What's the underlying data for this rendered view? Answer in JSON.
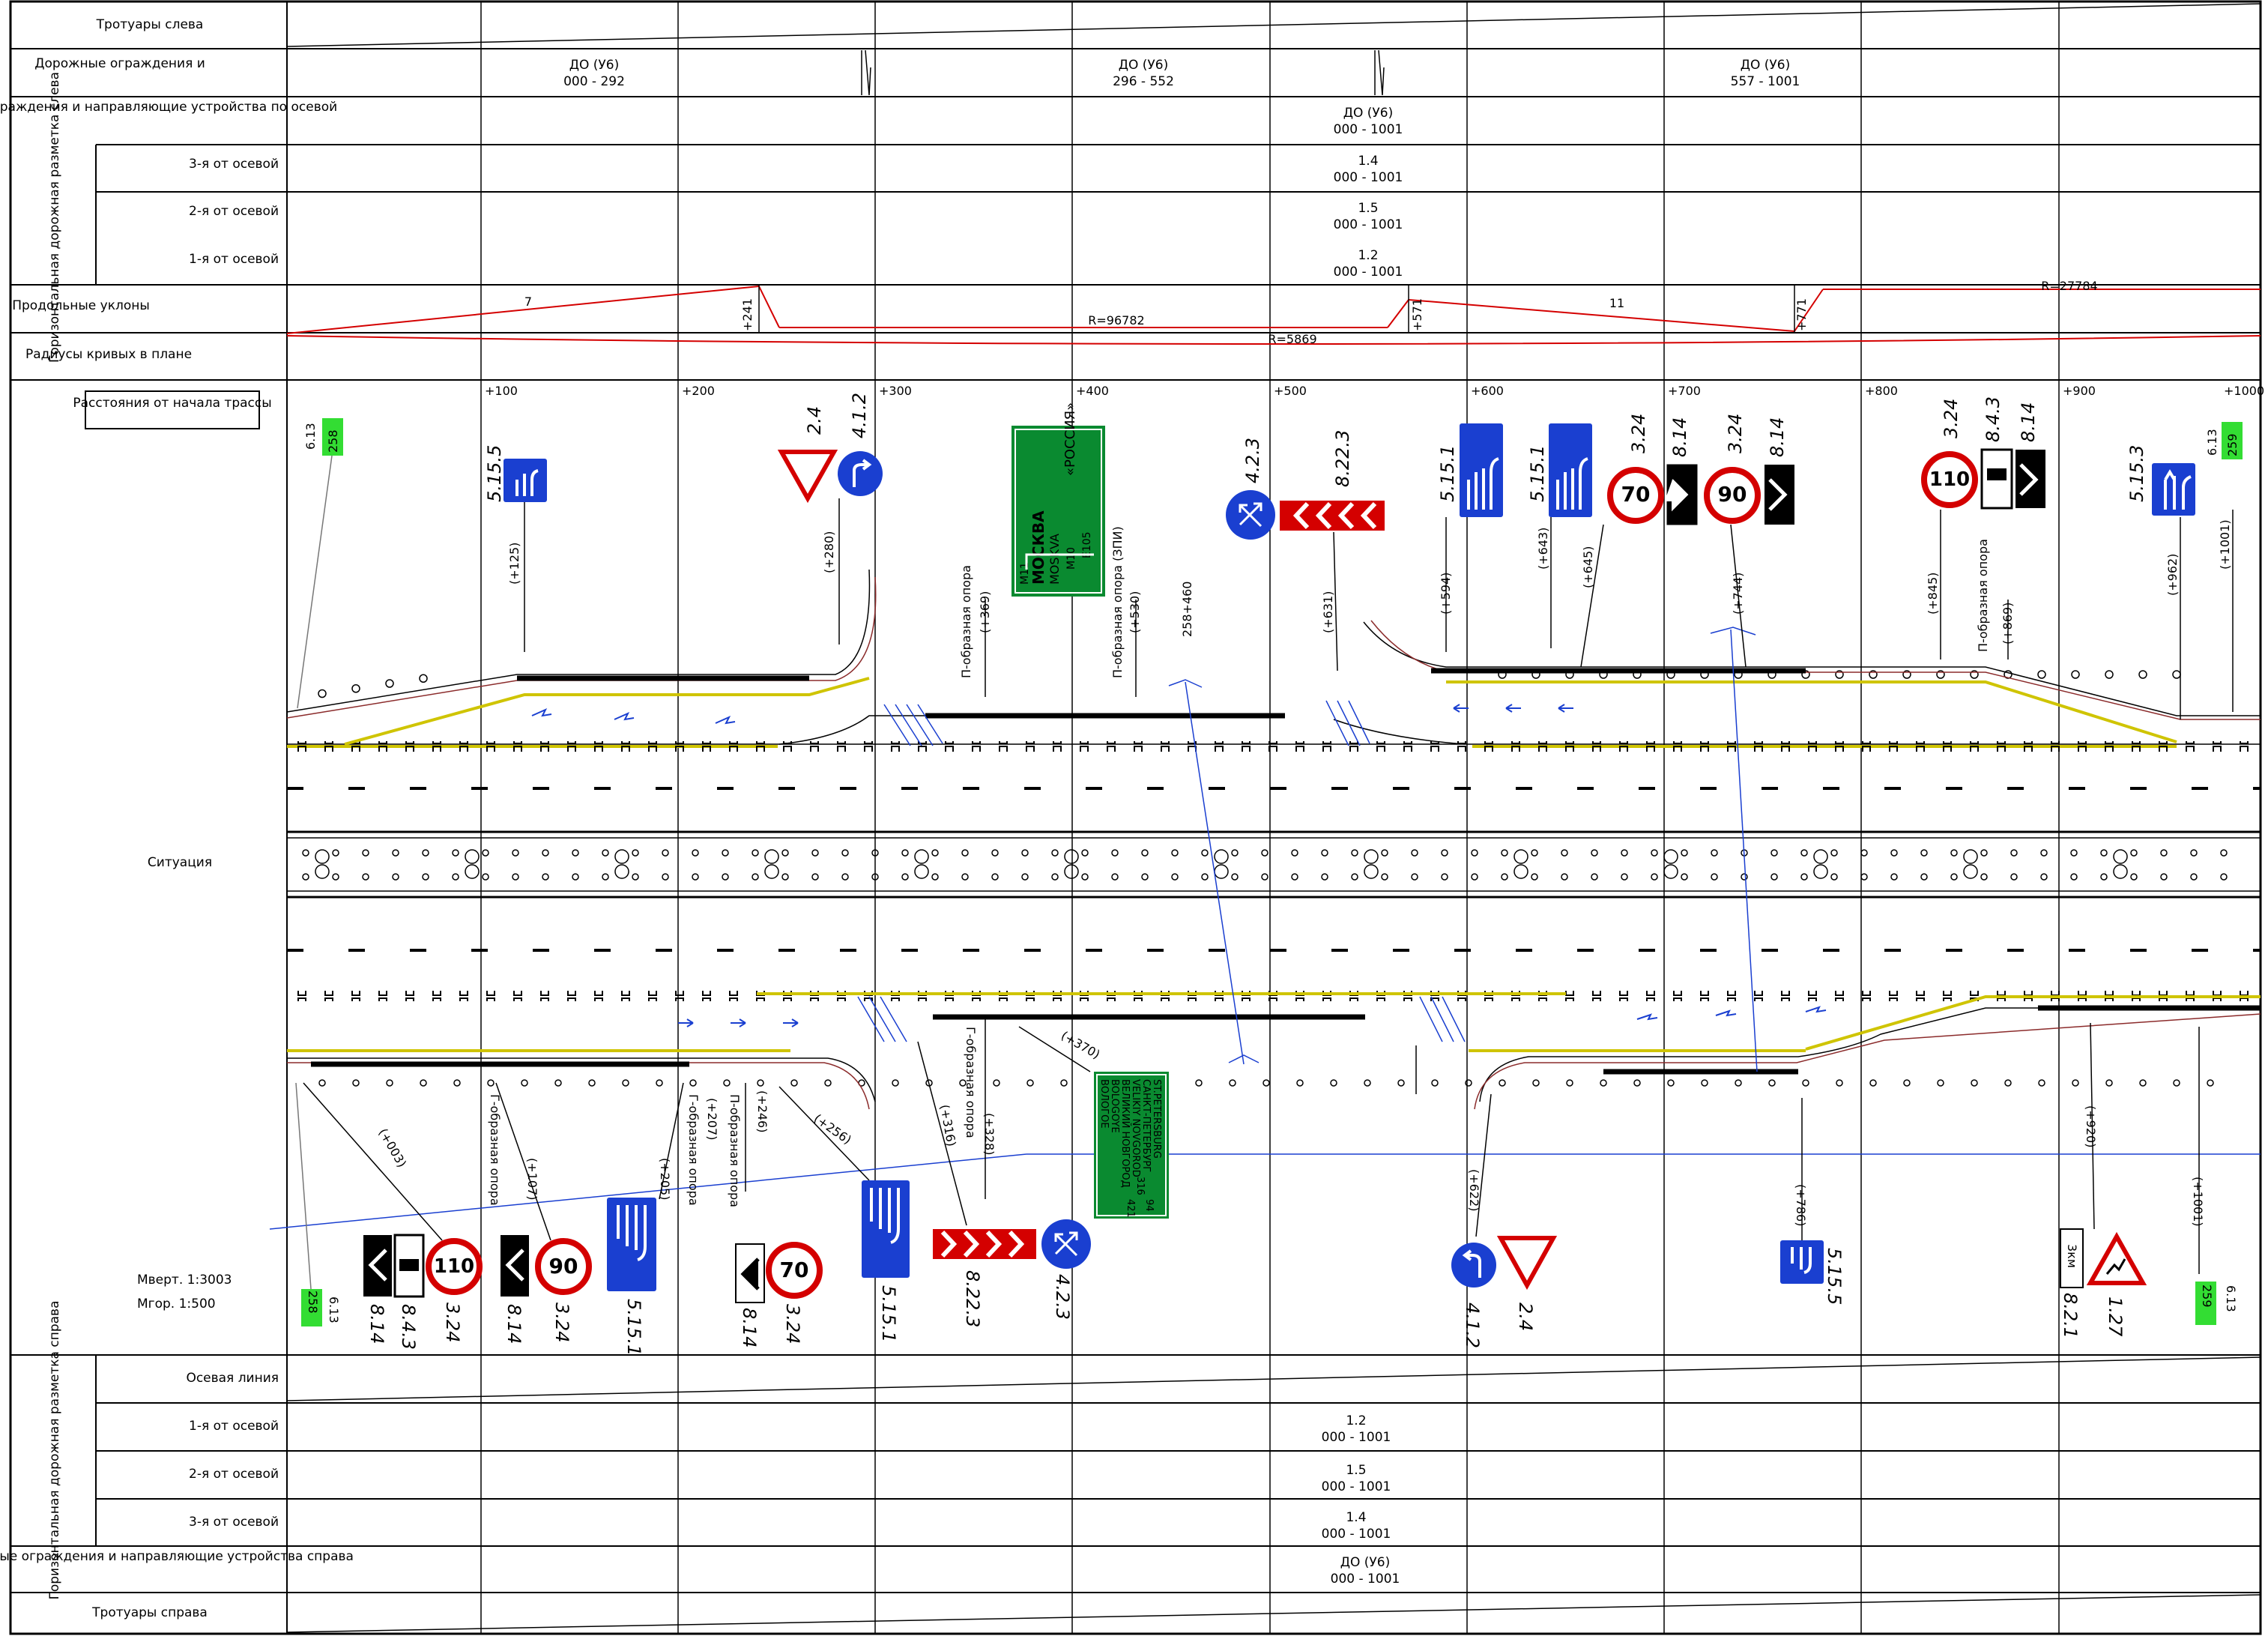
{
  "left_rows": {
    "sidewalks_left": "Тротуары слева",
    "guardrails_left_short": "Дорожные ограждения и",
    "guardrails_axis": "Дорожные ограждения и направляющие устройства по осевой",
    "marking_left_group": "Горизонтальная дорожная разметка слева",
    "third_from_axis": "3-я от осевой",
    "second_from_axis": "2-я от осевой",
    "first_from_axis": "1-я от осевой",
    "long_slopes": "Продольные уклоны",
    "curve_radii": "Радиусы кривых в плане"
  },
  "guardrails_left": [
    {
      "type": "ДО (У6)",
      "range": "000 - 292"
    },
    {
      "type": "ДО (У6)",
      "range": "296 - 552"
    },
    {
      "type": "ДО (У6)",
      "range": "557 - 1001"
    }
  ],
  "guardrails_axis_value": {
    "type": "ДО (У6)",
    "range": "000 - 1001"
  },
  "marking_left": [
    {
      "code": "1.4",
      "range": "000 - 1001"
    },
    {
      "code": "1.5",
      "range": "000 - 1001"
    },
    {
      "code": "1.2",
      "range": "000 - 1001"
    }
  ],
  "slopes": {
    "s1": "7",
    "b1": "+241",
    "r1": "R=96782",
    "b2": "+571",
    "s2": "11",
    "b3": "+771",
    "r2": "R=27784"
  },
  "curve": {
    "r": "R=5869"
  },
  "distances_label": "Расстояния от начала трассы",
  "situation_label": "Ситуация",
  "scale_v": "Мверт. 1:3003",
  "scale_h": "Мгор. 1:500",
  "stations": [
    "+100",
    "+200",
    "+300",
    "+400",
    "+500",
    "+600",
    "+700",
    "+800",
    "+900",
    "+1000"
  ],
  "km_posts": {
    "left": "258",
    "right": "259",
    "code": "6.13"
  },
  "pickets": {
    "p258_460": "258+460"
  },
  "support_labels": {
    "p_top1": "П-образная опора",
    "p_top1_ch": "(+369)",
    "p_top2": "П-образная опора (ЗПИ)",
    "p_top2_ch": "(+530)",
    "p_top3": "П-образная опора",
    "p_top3_ch": "(+869)",
    "g_bot1": "Г-образная опора",
    "g_bot1_ch": "(+107)",
    "g_bot2": "Г-образная опора",
    "g_bot2_ch": "(+207)",
    "p_bot1": "П-образная опора",
    "p_bot1_ch": "(+246)",
    "g_bot3": "Г-образная опора",
    "g_bot3_ch": "(+328)"
  },
  "top_signs": {
    "s1_code": "5.15.5",
    "s1_ch": "(+125)",
    "s2_code": "2.4",
    "s3_code": "4.1.2",
    "s23_ch": "(+280)",
    "guide_km1": "M11",
    "guide_city1": "МОСКВА",
    "guide_city1b": "MOSKVA",
    "guide_km2": "M10",
    "guide_km3": "E105",
    "guide_city2": "«РОССИЯ»",
    "s5_code": "4.2.3",
    "s6_code": "8.22.3",
    "s56_ch": "(+631)",
    "s7_code": "5.15.1",
    "s7_ch": "(+594)",
    "s8_code": "5.15.1",
    "s8_ch": "(+643)",
    "s9_code": "3.24",
    "s9_val": "70",
    "s9_ch": "(+645)",
    "s9_plate": "8.14",
    "s10_code": "3.24",
    "s10_val": "90",
    "s10_ch": "(+744)",
    "s10_plate": "8.14",
    "s11_code": "3.24",
    "s11_val": "110",
    "s11_ch": "(+845)",
    "s11_p1": "8.4.3",
    "s11_p2": "8.14",
    "s12_code": "5.15.3",
    "s12_ch": "(+962)",
    "s13_ch": "(+1001)"
  },
  "bottom_signs": {
    "b1_ch": "(+003)",
    "b1_val": "110",
    "b1_p1": "8.14",
    "b1_p2": "8.4.3",
    "b1_code": "3.24",
    "b2_val": "90",
    "b2_p": "8.14",
    "b2_code": "3.24",
    "b3_ch": "(+205)",
    "b3_code": "5.15.1",
    "b4_val": "70",
    "b4_p": "8.14",
    "b4_code": "3.24",
    "b5_ch": "(+256)",
    "b5_code": "5.15.1",
    "b6_ch": "(+316)",
    "b6_code": "8.22.3",
    "b7_code": "4.2.3",
    "guide_ch": "(+370)",
    "guide_l1": "ВОЛОГОЕ",
    "guide_l2": "BOLOGOYE",
    "guide_l3": "ВЕЛИКИЙ НОВГОРОД",
    "guide_l4": "VELIKIY NOVGOROD",
    "guide_l5": "САНКТ-ПЕТЕРБУРГ",
    "guide_l6": "ST.PETERSBURG",
    "guide_n1": "94",
    "guide_n2": "316",
    "guide_n3": "421",
    "b8_ch": "(+622)",
    "b8_code": "4.1.2",
    "b9_code": "2.4",
    "b10_ch": "(+786)",
    "b10_code": "5.15.5",
    "b11_ch": "(+920)",
    "b11_code": "8.2.1",
    "b11_plate": "3км",
    "b12_code": "1.27",
    "b13_ch": "(+1001)"
  },
  "right_rows": {
    "marking_right_group": "Горизонтальная дорожная разметка справа",
    "axis_line": "Осевая линия",
    "first_from_axis": "1-я от осевой",
    "second_from_axis": "2-я от осевой",
    "third_from_axis": "3-я от осевой",
    "guardrails_right": "Дорожные ограждения и направляющие устройства справа",
    "sidewalks_right": "Тротуары справа"
  },
  "marking_right": [
    {
      "code": "1.2",
      "range": "000 - 1001"
    },
    {
      "code": "1.5",
      "range": "000 - 1001"
    },
    {
      "code": "1.4",
      "range": "000 - 1001"
    }
  ],
  "guardrails_right_value": {
    "type": "ДО (У6)",
    "range": "000 - 1001"
  }
}
